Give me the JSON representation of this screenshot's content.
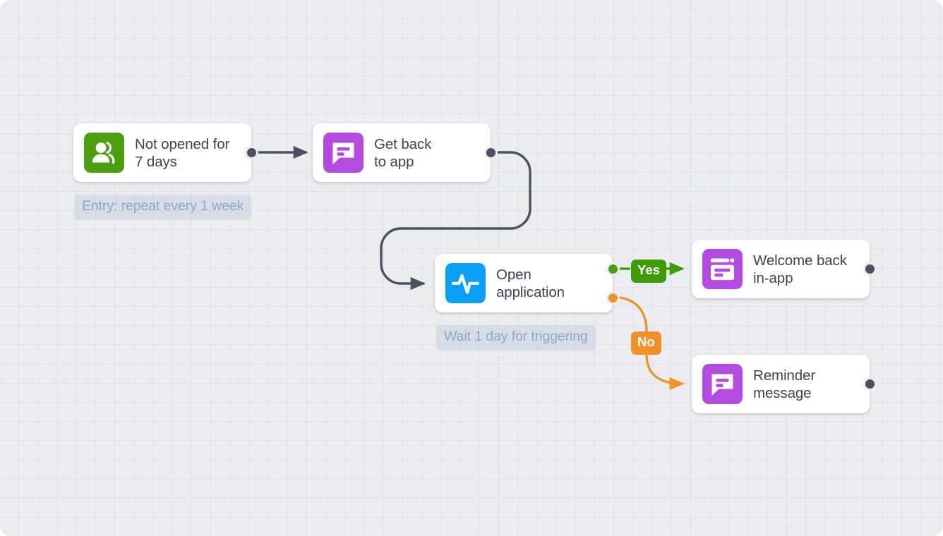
{
  "canvas": {
    "background_color": "#eaecef",
    "grid": true
  },
  "palette": {
    "green": "#4a9e10",
    "badge_green": "#3f9c09",
    "orange": "#f0922a",
    "purple": "#b44ae0",
    "blue": "#0b9ef5",
    "wire_dark": "#4b5160",
    "chip_text": "#8aa7d4",
    "card_text": "#3d434f"
  },
  "nodes": [
    {
      "id": "not-opened",
      "label": "Not opened for\n7 days",
      "icon": "users-icon",
      "icon_color": "#4a9e10"
    },
    {
      "id": "get-back-to-app",
      "label": "Get back\nto app",
      "icon": "chat-message-icon",
      "icon_color": "#b44ae0"
    },
    {
      "id": "open-application",
      "label": "Open\napplication",
      "icon": "activity-pulse-icon",
      "icon_color": "#0b9ef5"
    },
    {
      "id": "welcome-back-in-app",
      "label": "Welcome back\nin-app",
      "icon": "in-app-message-icon",
      "icon_color": "#b44ae0"
    },
    {
      "id": "reminder-message",
      "label": "Reminder\nmessage",
      "icon": "chat-message-icon",
      "icon_color": "#b44ae0"
    }
  ],
  "chips": [
    {
      "id": "entry-chip",
      "text": "Entry: repeat every 1 week"
    },
    {
      "id": "wait-chip",
      "text": "Wait 1 day for triggering"
    }
  ],
  "branches": [
    {
      "id": "yes-branch",
      "label": "Yes",
      "color": "#3f9c09"
    },
    {
      "id": "no-branch",
      "label": "No",
      "color": "#f0922a"
    }
  ]
}
